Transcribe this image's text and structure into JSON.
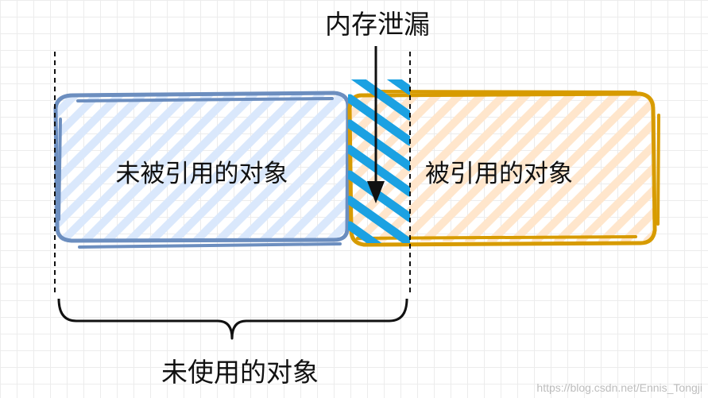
{
  "labels": {
    "memory_leak": "内存泄漏",
    "unreferenced": "未被引用的对象",
    "referenced": "被引用的对象",
    "unused": "未使用的对象"
  },
  "watermark": "https://blog.csdn.net/Ennis_Tongji",
  "colors": {
    "unreferenced_fill": "#dae8fc",
    "unreferenced_stroke": "#6c8ebf",
    "referenced_fill": "#ffe6cc",
    "referenced_stroke": "#d79b00",
    "leak_fill": "#1ba1e2",
    "text": "#111111"
  }
}
